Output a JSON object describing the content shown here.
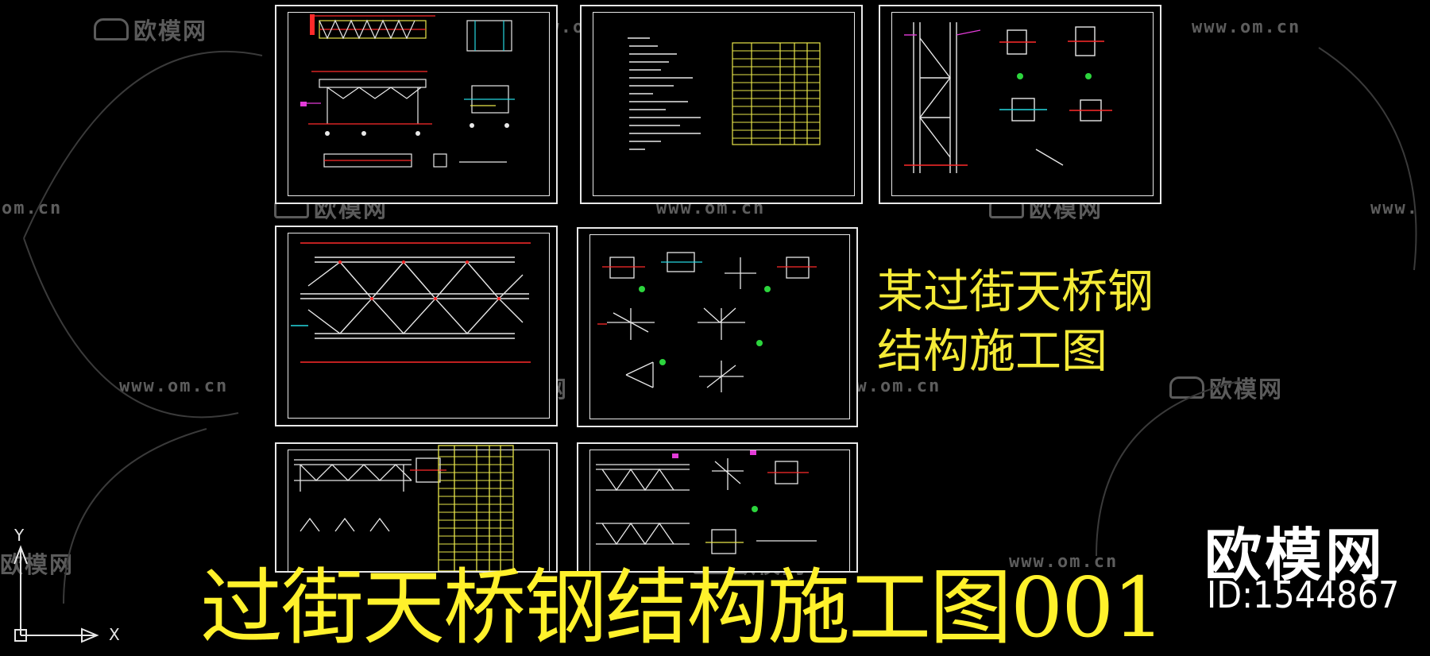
{
  "watermarks": {
    "brand": "欧模网",
    "url": "www.om.cn",
    "url_partial_left": "om.cn",
    "url_partial_right": "www."
  },
  "side_title": {
    "line1": "某过街天桥钢",
    "line2": "结构施工图"
  },
  "main_title": "过街天桥钢结构施工图001",
  "brand_badge": {
    "name": "欧模网",
    "id": "ID:1544867"
  },
  "ucs": {
    "y_label": "Y",
    "x_label": "X"
  },
  "colors": {
    "background": "#000000",
    "title": "#fff12b",
    "cad_red": "#ff2a2a",
    "cad_yellow": "#e9e64a",
    "cad_white": "#e8e8e8",
    "cad_cyan": "#25d7df",
    "cad_magenta": "#e33bd8",
    "cad_green": "#2cd53d"
  },
  "sheets": [
    {
      "name": "elevation-plan-sheet"
    },
    {
      "name": "design-notes-sheet"
    },
    {
      "name": "column-details-sheet"
    },
    {
      "name": "truss-plan-sheet"
    },
    {
      "name": "joint-details-sheet"
    },
    {
      "name": "frame-table-sheet"
    },
    {
      "name": "section-details-sheet"
    }
  ]
}
